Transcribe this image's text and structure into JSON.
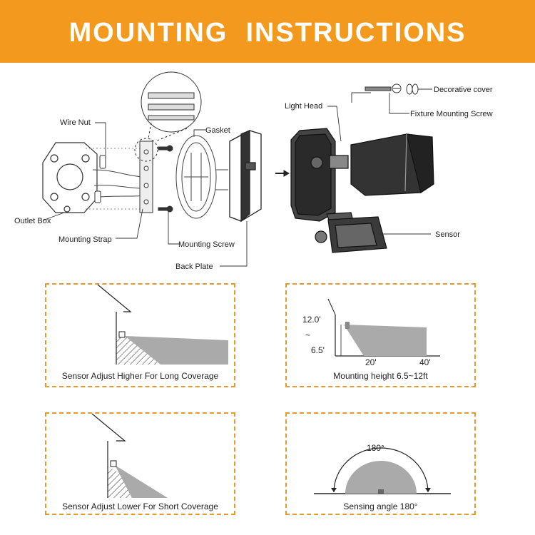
{
  "header": {
    "title": "MOUNTING  INSTRUCTIONS",
    "color": "#f39a1e"
  },
  "diagram": {
    "labels": {
      "wire_nut": "Wire Nut",
      "outlet_box": "Outlet Box",
      "mounting_strap": "Mounting Strap",
      "gasket": "Gasket",
      "mounting_screw": "Mounting Screw",
      "back_plate": "Back Plate",
      "light_head": "Light Head",
      "decorative_cover": "Decorative cover",
      "fixture_mounting_screw": "Fixture Mounting Screw",
      "sensor": "Sensor"
    }
  },
  "panels": {
    "higher": {
      "caption": "Sensor Adjust Higher For Long Coverage"
    },
    "height": {
      "caption": "Mounting height 6.5~12ft",
      "y_top": "12.0'",
      "y_mid": "~",
      "y_bottom": "6.5'",
      "x_near": "20'",
      "x_far": "40'"
    },
    "lower": {
      "caption": "Sensor Adjust Lower For Short Coverage"
    },
    "angle": {
      "caption": "Sensing angle 180°",
      "angle_label": "180°"
    }
  },
  "accent_border_color": "#e59a2e"
}
